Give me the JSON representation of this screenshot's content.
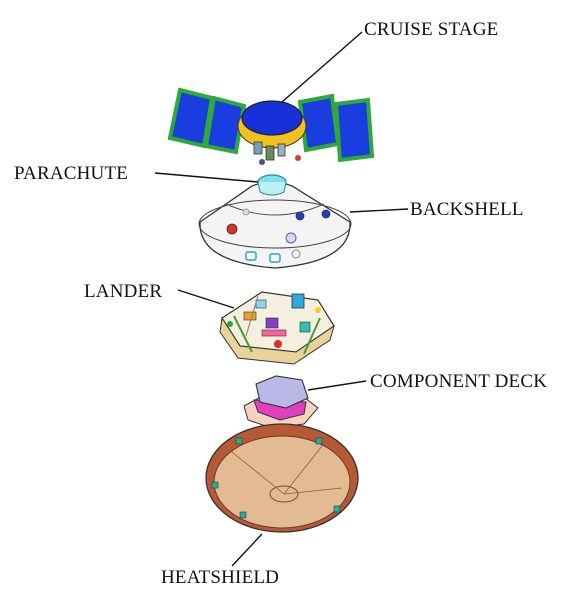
{
  "labels": {
    "cruise_stage": "CRUISE STAGE",
    "parachute": "PARACHUTE",
    "backshell": "BACKSHELL",
    "lander": "LANDER",
    "component_deck": "COMPONENT DECK",
    "heatshield": "HEATSHIELD"
  },
  "colors": {
    "solar_panel": "#1a3de0",
    "panel_frame": "#2faa3a",
    "cruise_body": "#1630d8",
    "gold_truss": "#f2c21c",
    "backshell": "#f4f4f4",
    "heatshield_outer": "#b55a35",
    "heatshield_inner": "#e3bb93",
    "deck_top": "#b9b9e8",
    "deck_side": "#e040c0"
  }
}
